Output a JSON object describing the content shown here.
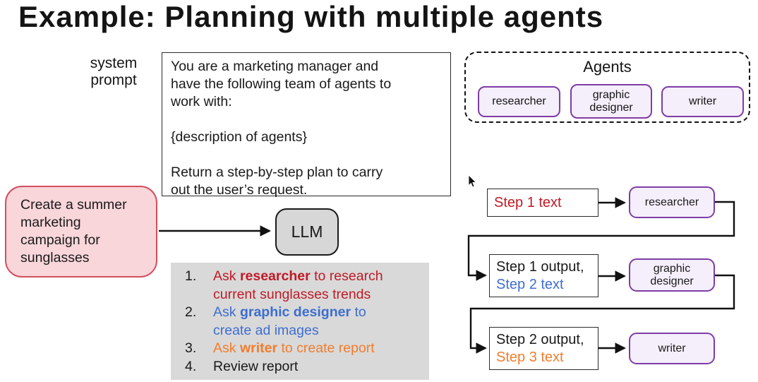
{
  "title": "Example: Planning with multiple agents",
  "colors": {
    "red": "#bf1b26",
    "blue": "#3d6ed0",
    "orange": "#f07d2d",
    "black": "#1a1a1a",
    "purple_border": "#7e3da6",
    "purple_fill": "#f5eefb",
    "pink_border": "#d34f5e",
    "pink_fill": "#f8d6da",
    "gray_fill": "#d9d9d9"
  },
  "system_prompt": {
    "label_line1": "system",
    "label_line2": "prompt",
    "paragraphs": [
      "You are a marketing manager and\nhave the following team of agents to\nwork with:",
      "{description of agents}",
      "Return a step-by-step plan to carry\nout the user’s request."
    ]
  },
  "user_request": "Create a summer\nmarketing\ncampaign for\nsunglasses",
  "llm_label": "LLM",
  "plan": {
    "items": [
      {
        "num": "1.",
        "pre": "Ask ",
        "bold": "researcher",
        "post": " to research\ncurrent sunglasses trends",
        "color": "red"
      },
      {
        "num": "2.",
        "pre": "Ask ",
        "bold": "graphic designer",
        "post": " to\ncreate ad images",
        "color": "blue"
      },
      {
        "num": "3.",
        "pre": "Ask ",
        "bold": "writer",
        "post": " to create report",
        "color": "orange"
      },
      {
        "num": "4.",
        "pre": "Review report",
        "bold": "",
        "post": "",
        "color": "black"
      }
    ]
  },
  "agents_panel": {
    "title": "Agents",
    "agents": [
      "researcher",
      "graphic designer",
      "writer"
    ]
  },
  "flow": {
    "steps": [
      {
        "line1": "Step 1 text",
        "line1_color": "red",
        "line2": "",
        "line2_color": "black",
        "agent": "researcher"
      },
      {
        "line1": "Step 1 output,",
        "line1_color": "black",
        "line2": "Step 2 text",
        "line2_color": "blue",
        "agent": "graphic designer"
      },
      {
        "line1": "Step 2 output,",
        "line1_color": "black",
        "line2": "Step 3 text",
        "line2_color": "orange",
        "agent": "writer"
      }
    ]
  }
}
